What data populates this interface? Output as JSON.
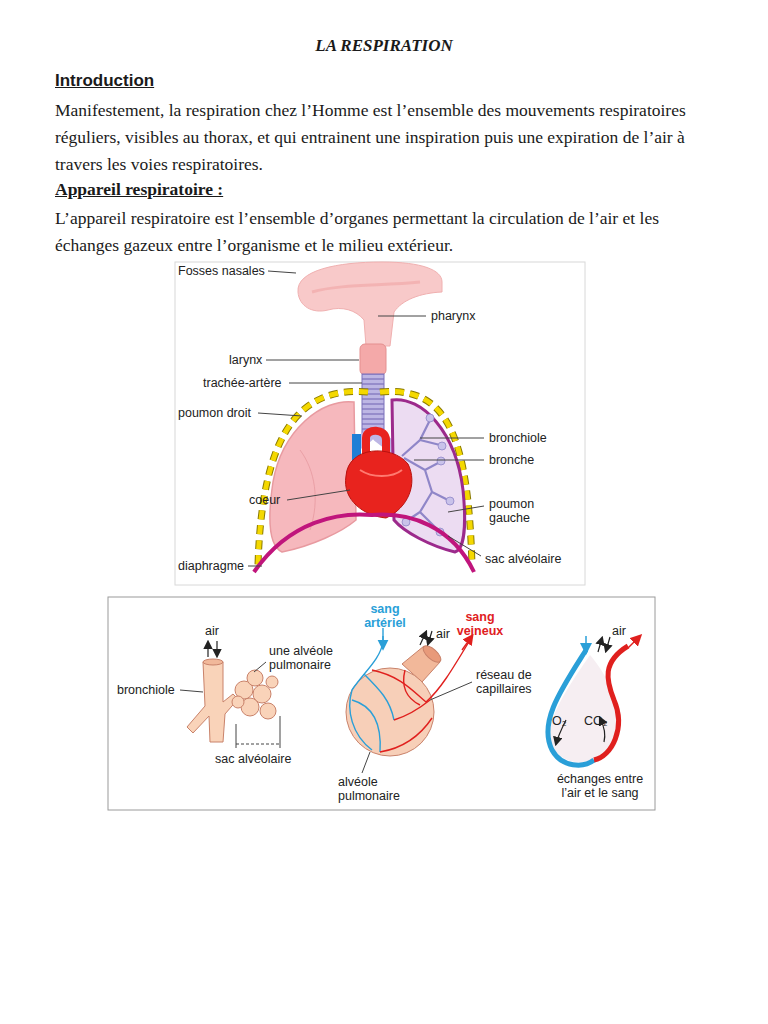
{
  "diagram": {
    "title": "LA RESPIRATION",
    "labels": [
      "Introduction",
      "Manifestement, la respiration chez l’Homme est l’ensemble des mouvements respiratoires réguliers, visibles au thorax, et qui entrainent une inspiration puis une expiration de l’air à travers les voies respiratoires.",
      "Appareil respiratoire :",
      "L’appareil respiratoire est l’ensemble d’organes permettant la circulation de l’air et les échanges gazeux entre l’organisme et le milieu extérieur.",
      "Fosses nasales",
      "pharynx",
      "larynx",
      "trachée-artère",
      "poumon droit",
      "bronchiole",
      "bronche",
      "coeur",
      "poumon gauche",
      "sac alvéolaire",
      "diaphragme",
      "air",
      "bronchiole",
      "une alvéole pulmonaire",
      "sac alvéolaire",
      "sang artériel",
      "air",
      "sang veineux",
      "réseau de capillaires",
      "alvéole pulmonaire",
      "air",
      "O₂",
      "CO₂",
      "échanges entre l’air et le sang"
    ]
  }
}
